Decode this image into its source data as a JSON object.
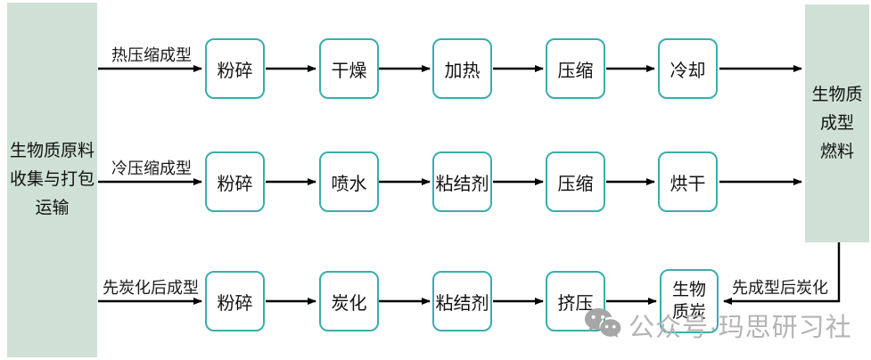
{
  "diagram": {
    "source_panel": {
      "line1": "生物质原料",
      "line2": "收集与打包",
      "line3": "运输"
    },
    "sink_panel": {
      "line1": "生物质",
      "line2": "成型",
      "line3": "燃料"
    },
    "routes": [
      {
        "label": "热压缩成型",
        "steps": [
          "粉碎",
          "干燥",
          "加热",
          "压缩",
          "冷却"
        ]
      },
      {
        "label": "冷压缩成型",
        "steps": [
          "粉碎",
          "喷水",
          "粘结剂",
          "压缩",
          "烘干"
        ]
      },
      {
        "label": "先炭化后成型",
        "steps": [
          "粉碎",
          "炭化",
          "粘结剂",
          "挤压"
        ]
      }
    ],
    "charcoal_node": {
      "line1": "生物",
      "line2": "质炭"
    },
    "return_edge_label": "先成型后炭化",
    "colors": {
      "panel_fill": "#cfe1d6",
      "node_border": "#3aadad",
      "arrow": "#000000",
      "watermark": "#b4b4b4"
    }
  },
  "watermark": {
    "text": "公众号·玛思研习社",
    "icon": "wechat-icon"
  }
}
